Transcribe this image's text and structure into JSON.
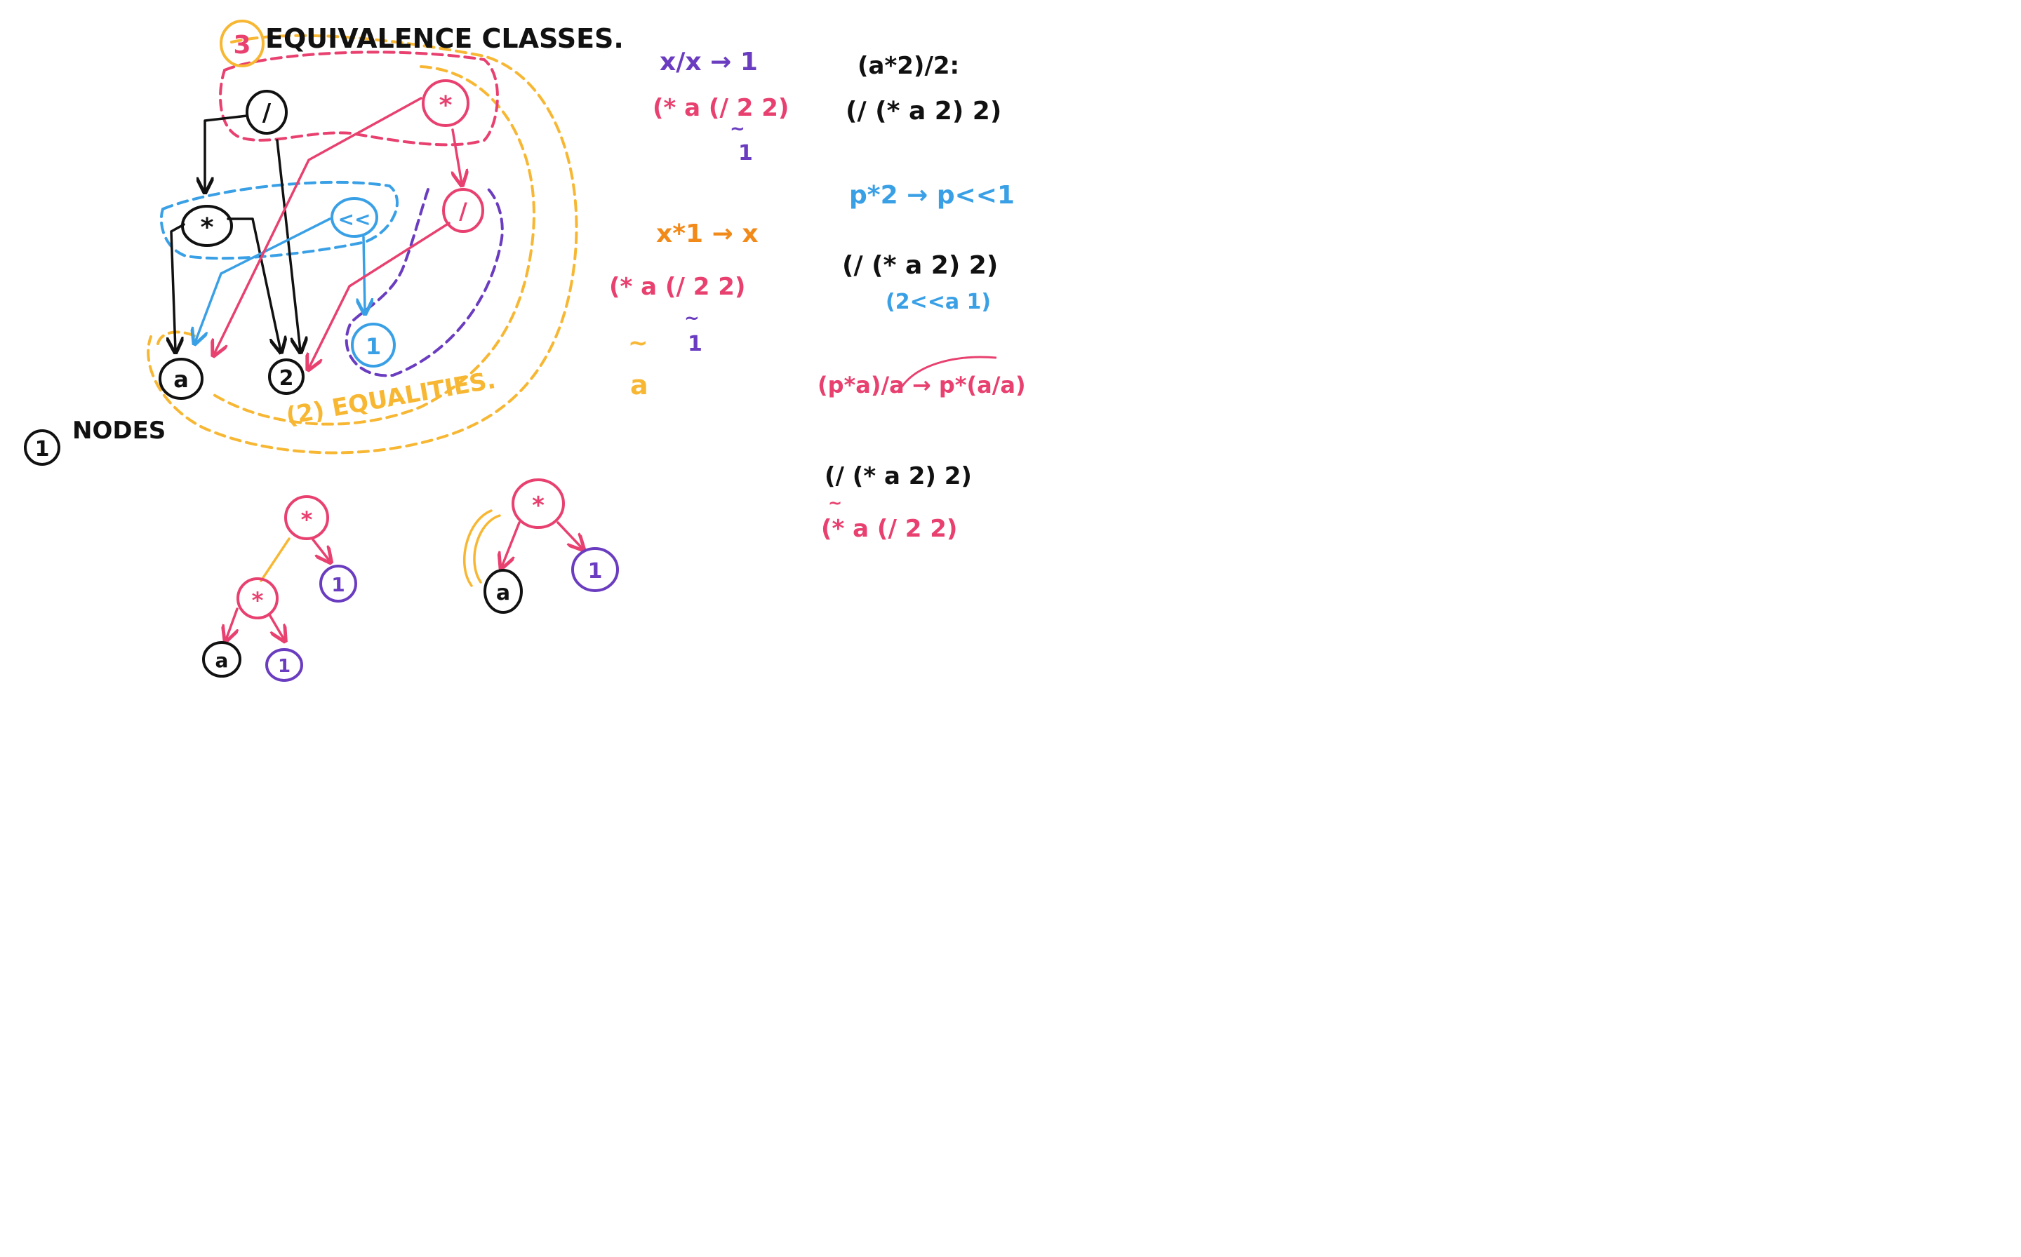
{
  "colors": {
    "black": "#111111",
    "pink": "#e8406f",
    "blue": "#3aa0e6",
    "purple": "#6a3cc0",
    "orange": "#f28a1a",
    "yellow": "#f7b733"
  },
  "labels": {
    "equivalence_number": "3",
    "equivalence_classes": "EQUIVALENCE CLASSES.",
    "nodes_number": "1",
    "nodes": "NODES",
    "equalities": "(2) EQUALITIES."
  },
  "graph": {
    "div_node": "/",
    "mul_node": "*",
    "shl_node": "<<",
    "mul_top_node": "*",
    "div_right_node": "/",
    "a_node": "a",
    "two_node": "2",
    "one_node": "1"
  },
  "trees": {
    "left_top": "*",
    "left_mid": "*",
    "left_one": "1",
    "left_a": "a",
    "left_one_bottom": "1",
    "right_top": "*",
    "right_a": "a",
    "right_one": "1"
  },
  "rules": {
    "r1_rule": "x/x → 1",
    "r1_expr": "(* a (/ 2 2)",
    "r1_tilde": "~",
    "r1_result": "1",
    "r2_rule": "x*1 → x",
    "r2_expr": "(* a (/ 2 2)",
    "r2_tilde": "~",
    "r2_result": "1",
    "r2_tilde_left": "~",
    "r2_a": "a",
    "c1_head": "(a*2)/2:",
    "c1_expr": "(/ (* a 2) 2)",
    "c2_rule": "p*2 → p<<1",
    "c2_expr": "(/ (* a 2) 2)",
    "c2_alt": "(2<<a 1)",
    "c3_rule": "(p*a)/a → p*(a/a)",
    "c4_expr": "(/ (* a 2) 2)",
    "c4_tilde": "~",
    "c4_alt": "(* a (/ 2 2)"
  }
}
